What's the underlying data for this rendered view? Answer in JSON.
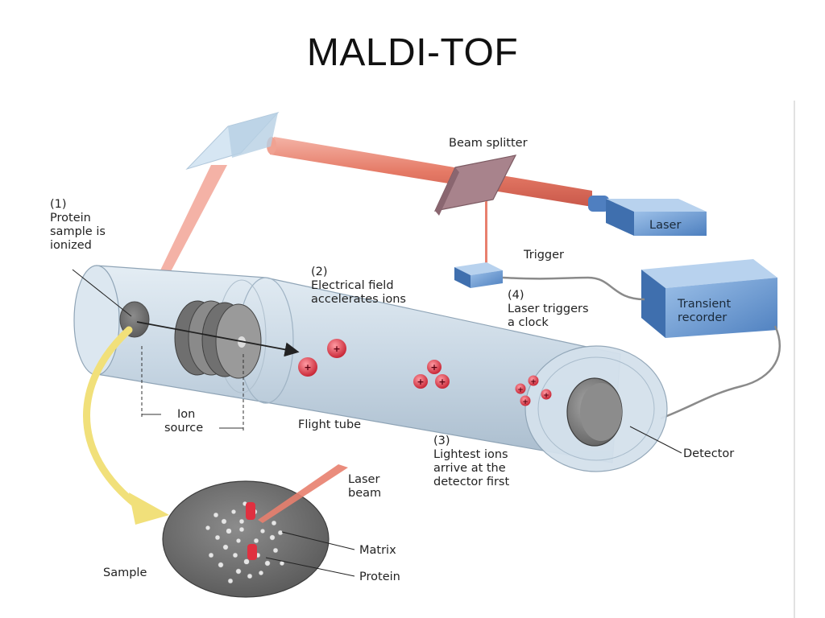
{
  "title": "MALDI-TOF",
  "labels": {
    "beam_splitter": "Beam splitter",
    "laser": "Laser",
    "trigger": "Trigger",
    "transient_recorder_1": "Transient",
    "transient_recorder_2": "recorder",
    "step1_num": "(1)",
    "step1_l1": "Protein",
    "step1_l2": "sample is",
    "step1_l3": "ionized",
    "step2_num": "(2)",
    "step2_l1": "Electrical field",
    "step2_l2": "accelerates ions",
    "step4_num": "(4)",
    "step4_l1": "Laser triggers",
    "step4_l2": "a clock",
    "ion_source_1": "Ion",
    "ion_source_2": "source",
    "flight_tube": "Flight tube",
    "step3_num": "(3)",
    "step3_l1": "Lightest ions",
    "step3_l2": "arrive at the",
    "step3_l3": "detector first",
    "detector": "Detector",
    "laser_beam_1": "Laser",
    "laser_beam_2": "beam",
    "matrix": "Matrix",
    "protein": "Protein",
    "sample": "Sample"
  },
  "ion_symbol": "+",
  "colors": {
    "laser_beam": "#e8806e",
    "tube": "#c9d9e6",
    "boxes": "#6a9ad0",
    "ions": "#d8303a",
    "yellow_arrow": "#f2e27a"
  }
}
